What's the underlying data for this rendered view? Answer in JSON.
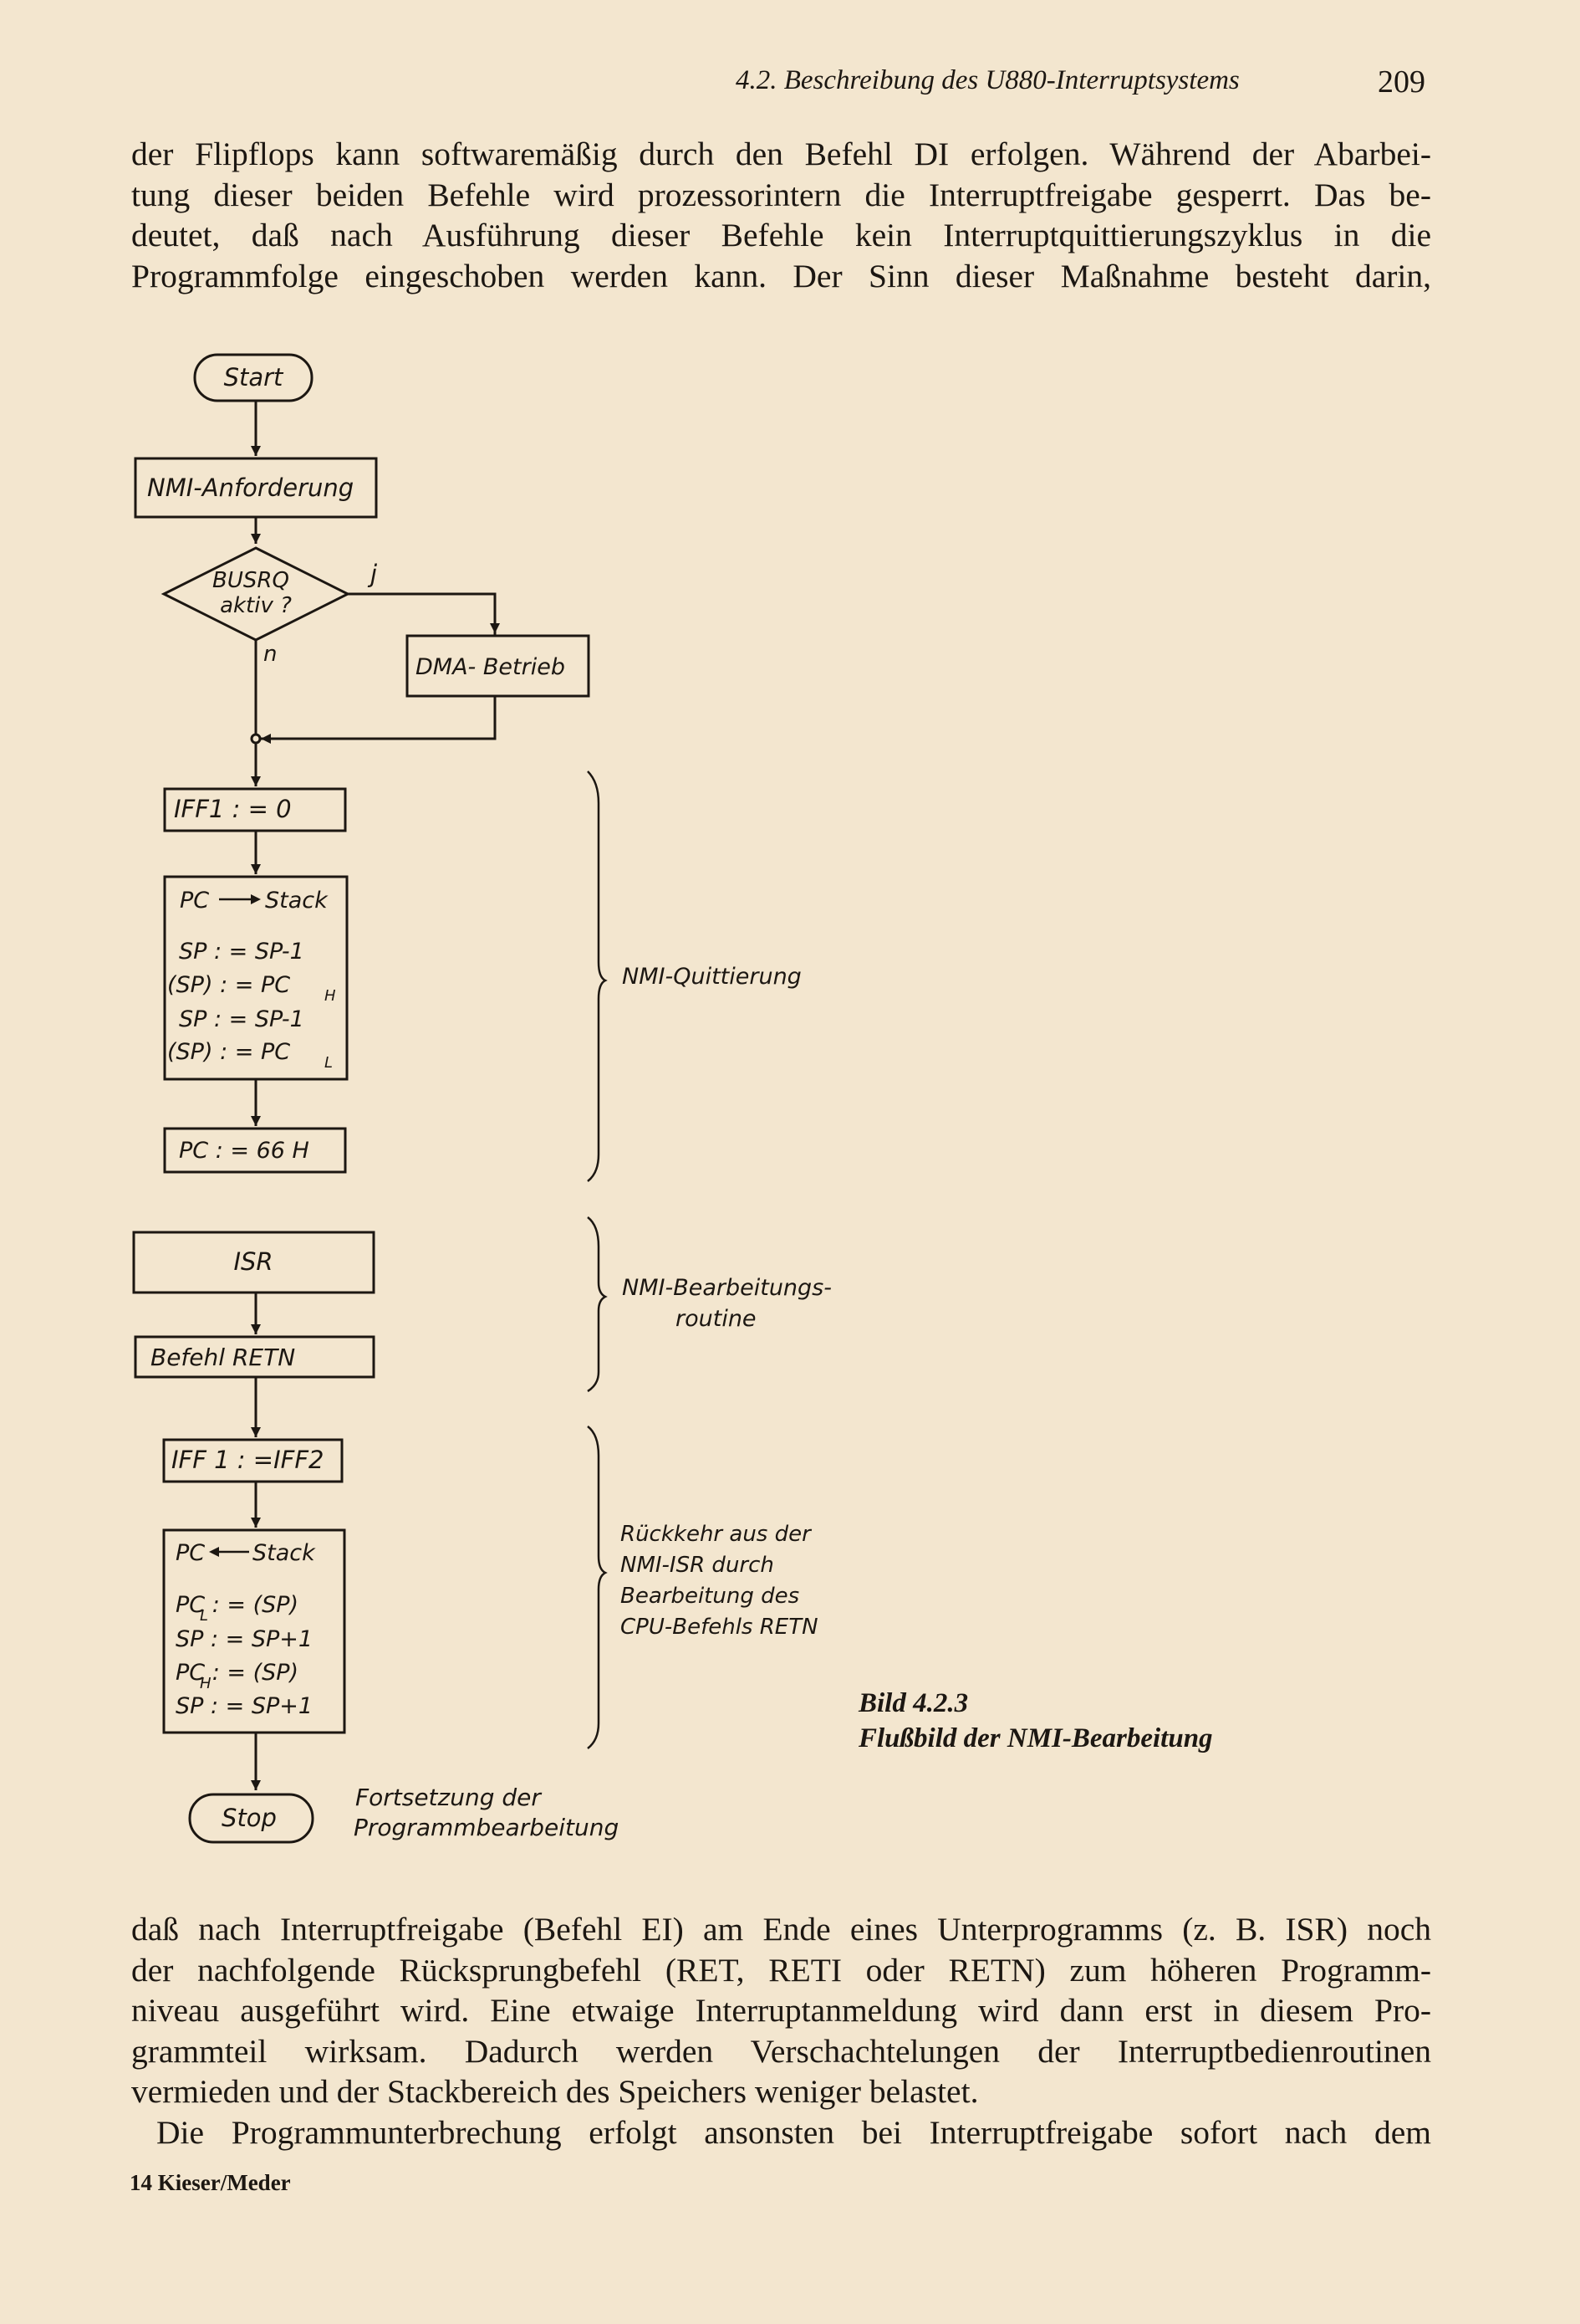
{
  "header": {
    "title": "4.2. Beschreibung des U880-Interruptsystems",
    "page_number": "209"
  },
  "paragraphs": {
    "top": [
      "der Flipflops kann softwaremäßig durch den Befehl DI erfolgen. Während der Abarbei-",
      "tung dieser beiden Befehle wird prozessorintern die Interruptfreigabe gesperrt. Das be-",
      "deutet, daß nach Ausführung dieser Befehle kein Interruptquittierungszyklus in die",
      "Programmfolge eingeschoben werden kann. Der Sinn dieser Maßnahme besteht darin,"
    ],
    "bottom": [
      "daß nach Interruptfreigabe (Befehl EI) am Ende eines Unterprogramms (z. B. ISR) noch",
      "der nachfolgende Rücksprungbefehl (RET, RETI oder RETN) zum höheren Programm-",
      "niveau ausgeführt wird. Eine etwaige Interruptanmeldung wird dann erst in diesem Pro-",
      "grammteil wirksam. Dadurch werden Verschachtelungen der Interruptbedienroutinen",
      "vermieden und der Stackbereich des Speichers weniger belastet."
    ],
    "last": "Die Programmunterbrechung erfolgt ansonsten bei Interruptfreigabe sofort nach dem"
  },
  "flowchart": {
    "start": "Start",
    "nmi_request": "NMI-Anforderung",
    "decision_line1": "BUSRQ",
    "decision_line2": "aktiv ?",
    "yes": "j",
    "no": "n",
    "dma": "DMA- Betrieb",
    "iff1_clear": "IFF1 : = 0",
    "pc_stack_1": {
      "head": "PC",
      "head_target": "Stack",
      "lines": [
        "SP : = SP-1",
        "(SP) : = PC",
        "SP : = SP-1",
        "(SP) : = PC"
      ],
      "subs": [
        "",
        "H",
        "",
        "L"
      ]
    },
    "pc_66h": "PC : = 66 H",
    "isr": "ISR",
    "retn": "Befehl  RETN",
    "iff1_restore": "IFF 1 : =IFF2",
    "pc_stack_2": {
      "head": "PC",
      "head_target": "Stack",
      "lines": [
        "PC : = (SP)",
        "SP : = SP+1",
        "PC : = (SP)",
        "SP : = SP+1"
      ],
      "subs": [
        "L",
        "",
        "H",
        ""
      ]
    },
    "stop": "Stop",
    "continue_line1": "Fortsetzung der",
    "continue_line2": "Programmbearbeitung",
    "brace1": "NMI-Quittierung",
    "brace2_line1": "NMI-Bearbeitungs-",
    "brace2_line2": "routine",
    "brace3_lines": [
      "Rückkehr aus der",
      "NMI-ISR durch",
      "Bearbeitung des",
      "CPU-Befehls RETN"
    ]
  },
  "caption": {
    "label": "Bild 4.2.3",
    "text": "Flußbild der NMI-Bearbeitung"
  },
  "footer": "14  Kieser/Meder"
}
